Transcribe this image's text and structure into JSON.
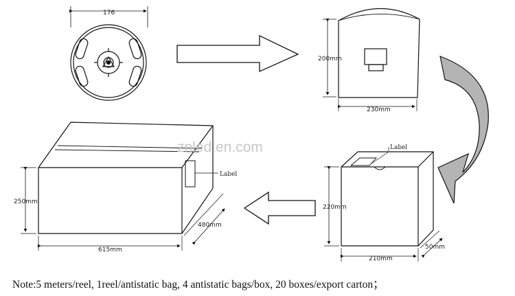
{
  "reel": {
    "width_label": "176"
  },
  "bag": {
    "height_label": "200mm",
    "width_label": "230mm"
  },
  "box": {
    "label_text": "Label",
    "height_label": "220mm",
    "width_label": "210mm",
    "depth_label": "50mm"
  },
  "carton": {
    "label_text": "Label",
    "height_label": "250mm",
    "width_label": "615mm",
    "depth_label": "480mm"
  },
  "watermark": "znled.en.com",
  "note": "Note:5 meters/reel, 1reel/antistatic bag, 4 antistatic bags/box, 20 boxes/export carton；"
}
